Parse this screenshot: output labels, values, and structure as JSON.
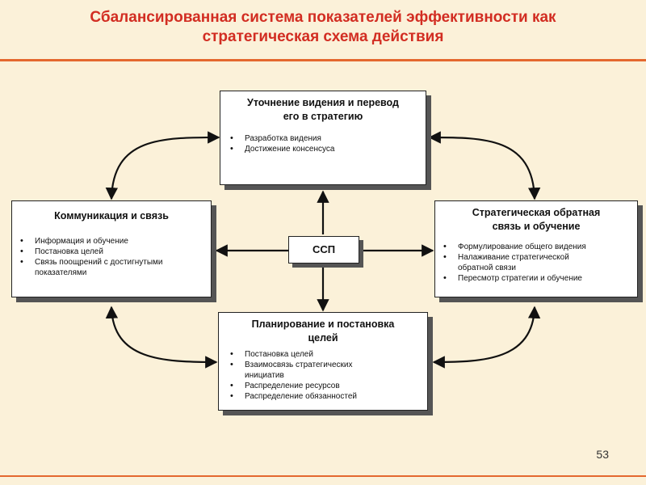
{
  "header": {
    "title_line1": "Сбалансированная система показателей эффективности как",
    "title_line2": "стратегическая схема действия"
  },
  "center": {
    "label": "ССП"
  },
  "top_box": {
    "title_line1": "Уточнение видения и перевод",
    "title_line2": "его в стратегию",
    "items": [
      "Разработка видения",
      "Достижение консенсуса"
    ]
  },
  "left_box": {
    "title_line1": "Коммуникация и связь",
    "items": [
      "Информация и обучение",
      "Постановка целей",
      "Связь поощрений с достигнутыми",
      "показателями"
    ]
  },
  "right_box": {
    "title_line1": "Стратегическая обратная",
    "title_line2": "связь и обучение",
    "items": [
      "Формулирование общего видения",
      "Налаживание стратегической",
      "обратной связи",
      "Пересмотр стратегии и обучение"
    ]
  },
  "bottom_box": {
    "title_line1": "Планирование и постановка",
    "title_line2": "целей",
    "items": [
      "Постановка целей",
      "Взаимосвязь стратегических",
      "инициатив",
      "Распределение ресурсов",
      "Распределение обязанностей"
    ]
  },
  "footer": {
    "page_number": "53"
  }
}
